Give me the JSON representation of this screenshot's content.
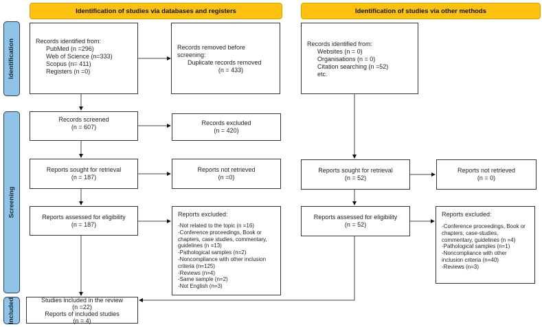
{
  "headers": {
    "databases": "Identification of studies via databases and registers",
    "other": "Identification of studies via other methods"
  },
  "phases": {
    "identification": "Identification",
    "screening": "Screening",
    "included": "Included"
  },
  "db": {
    "identified": {
      "title": "Records identified from:",
      "items": [
        "PubMed (n =296)",
        "Web of Science (n=333)",
        "Scopus (n= 411)",
        "Registers (n =0)"
      ]
    },
    "removed": {
      "title": "Records removed before screening:",
      "item": "Duplicate records removed",
      "count": "(n = 433)"
    },
    "screened": {
      "title": "Records screened",
      "count": "(n = 607)"
    },
    "excluded": {
      "title": "Records excluded",
      "count": "(n = 420)"
    },
    "sought": {
      "title": "Reports sought for retrieval",
      "count": "(n = 187)"
    },
    "not_retrieved": {
      "title": "Reports not retrieved",
      "count": "(n =0)"
    },
    "assessed": {
      "title": "Reports assessed for eligibility",
      "count": "(n = 187)"
    },
    "reports_excluded": {
      "title": "Reports excluded:",
      "items": [
        "-Not related to the topic (n =16)",
        "-Conference proceedings, Book or chapters, case studies, commentary, guidelines (n =13)",
        "-Pathological samples (n=2)",
        "-Noncompliance with other inclusion criteria (n=125)",
        "-Reviews (n=4)",
        "-Same sample (n=2)",
        "-Not English (n=3)"
      ]
    },
    "included": {
      "title": "Studies included in the review",
      "count": "(n =22)",
      "reports": "Reports of included studies",
      "reports_count": "(n = 4)"
    }
  },
  "other": {
    "identified": {
      "title": "Records identified from:",
      "items": [
        "Websites (n = 0)",
        "Organisations (n = 0)",
        "Citation searching (n =52)",
        "etc."
      ]
    },
    "sought": {
      "title": "Reports sought for retrieval",
      "count": "(n = 52)"
    },
    "not_retrieved": {
      "title": "Reports not retrieved",
      "count": "(n = 0)"
    },
    "assessed": {
      "title": "Reports assessed for eligibility",
      "count": "(n = 52)"
    },
    "reports_excluded": {
      "title": "Reports excluded:",
      "items": [
        "-Conference proceedings, Book or chapters, case-studies, commentary, guidelines (n =4)",
        "-Pathological samples (n=1)",
        "-Noncompliance with other inclusion criteria (n=40)",
        "-Reviews (n=3)"
      ]
    }
  },
  "colors": {
    "header": "#fdc10f",
    "phase": "#8fc3e8"
  }
}
